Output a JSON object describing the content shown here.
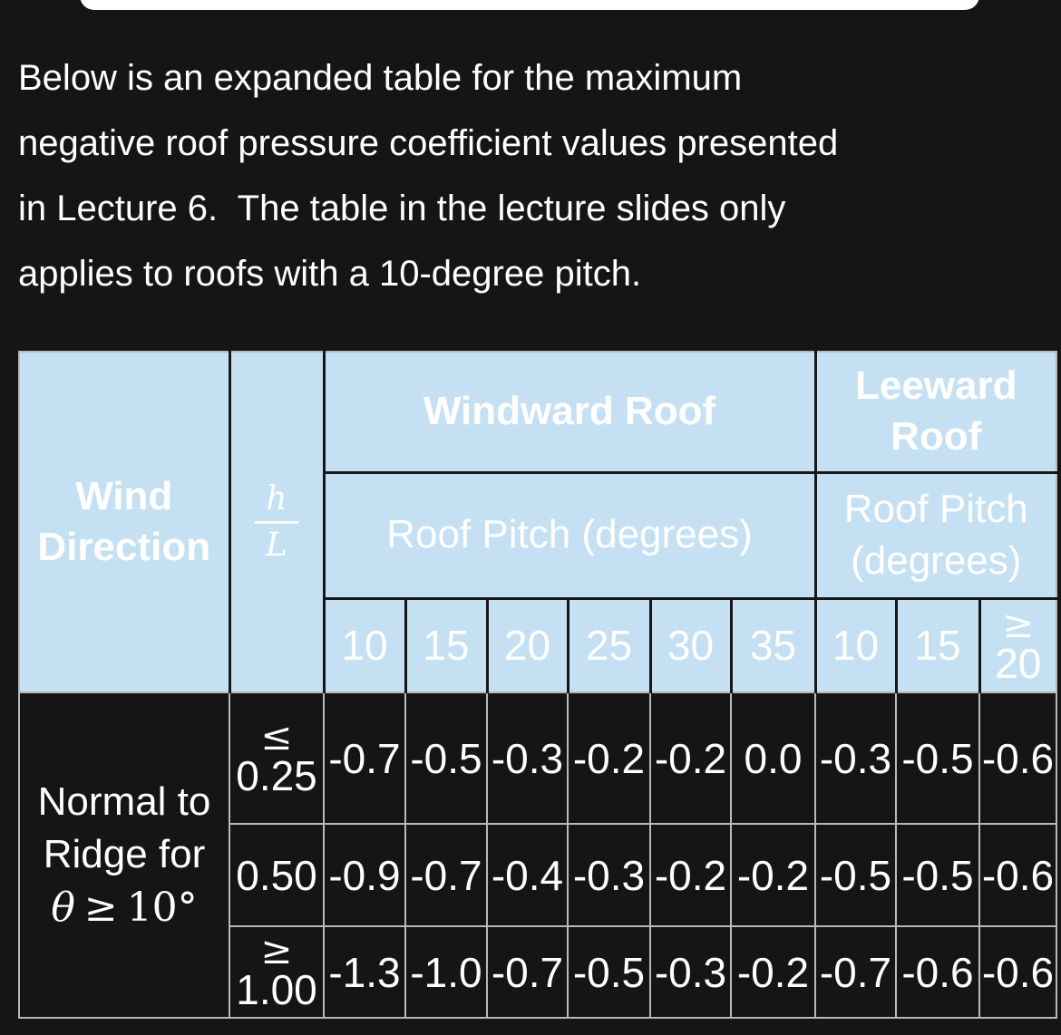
{
  "colors": {
    "page_bg": "#151515",
    "header_bg": "#c4e0f2",
    "grid_light": "#b9b9b9",
    "grid_dark": "#171717",
    "text": "#ffffff",
    "top_card": "#ffffff"
  },
  "intro": {
    "lines": [
      "Below is an expanded table for the maximum",
      "negative roof pressure coefficient values presented",
      "in Lecture 6.  The table in the lecture slides only",
      "applies to roofs with a 10-degree pitch."
    ]
  },
  "table": {
    "header": {
      "wind_direction": "Wind Direction",
      "ratio": {
        "numerator": "h",
        "denominator": "L"
      },
      "windward_roof": "Windward Roof",
      "leeward_roof": "Leeward Roof",
      "windward_subheader": "Roof Pitch (degrees)",
      "leeward_subheader": "Roof Pitch (degrees)",
      "windward_pitches": [
        "10",
        "15",
        "20",
        "25",
        "30",
        "35"
      ],
      "leeward_pitches": [
        {
          "prefix": "",
          "value": "10"
        },
        {
          "prefix": "",
          "value": "15"
        },
        {
          "prefix": "≥",
          "value": "20"
        }
      ]
    },
    "row_group_label": {
      "line1": "Normal to",
      "line2": "Ridge for",
      "theta": "θ",
      "operator": "≥",
      "angle": "10°"
    },
    "rows": [
      {
        "ratio_prefix": "≤",
        "ratio": "0.25",
        "values": [
          "-0.7",
          "-0.5",
          "-0.3",
          "-0.2",
          "-0.2",
          "0.0",
          "-0.3",
          "-0.5",
          "-0.6"
        ]
      },
      {
        "ratio_prefix": "",
        "ratio": "0.50",
        "values": [
          "-0.9",
          "-0.7",
          "-0.4",
          "-0.3",
          "-0.2",
          "-0.2",
          "-0.5",
          "-0.5",
          "-0.6"
        ]
      },
      {
        "ratio_prefix": "≥",
        "ratio": "1.00",
        "values": [
          "-1.3",
          "-1.0",
          "-0.7",
          "-0.5",
          "-0.3",
          "-0.2",
          "-0.7",
          "-0.6",
          "-0.6"
        ]
      }
    ]
  }
}
